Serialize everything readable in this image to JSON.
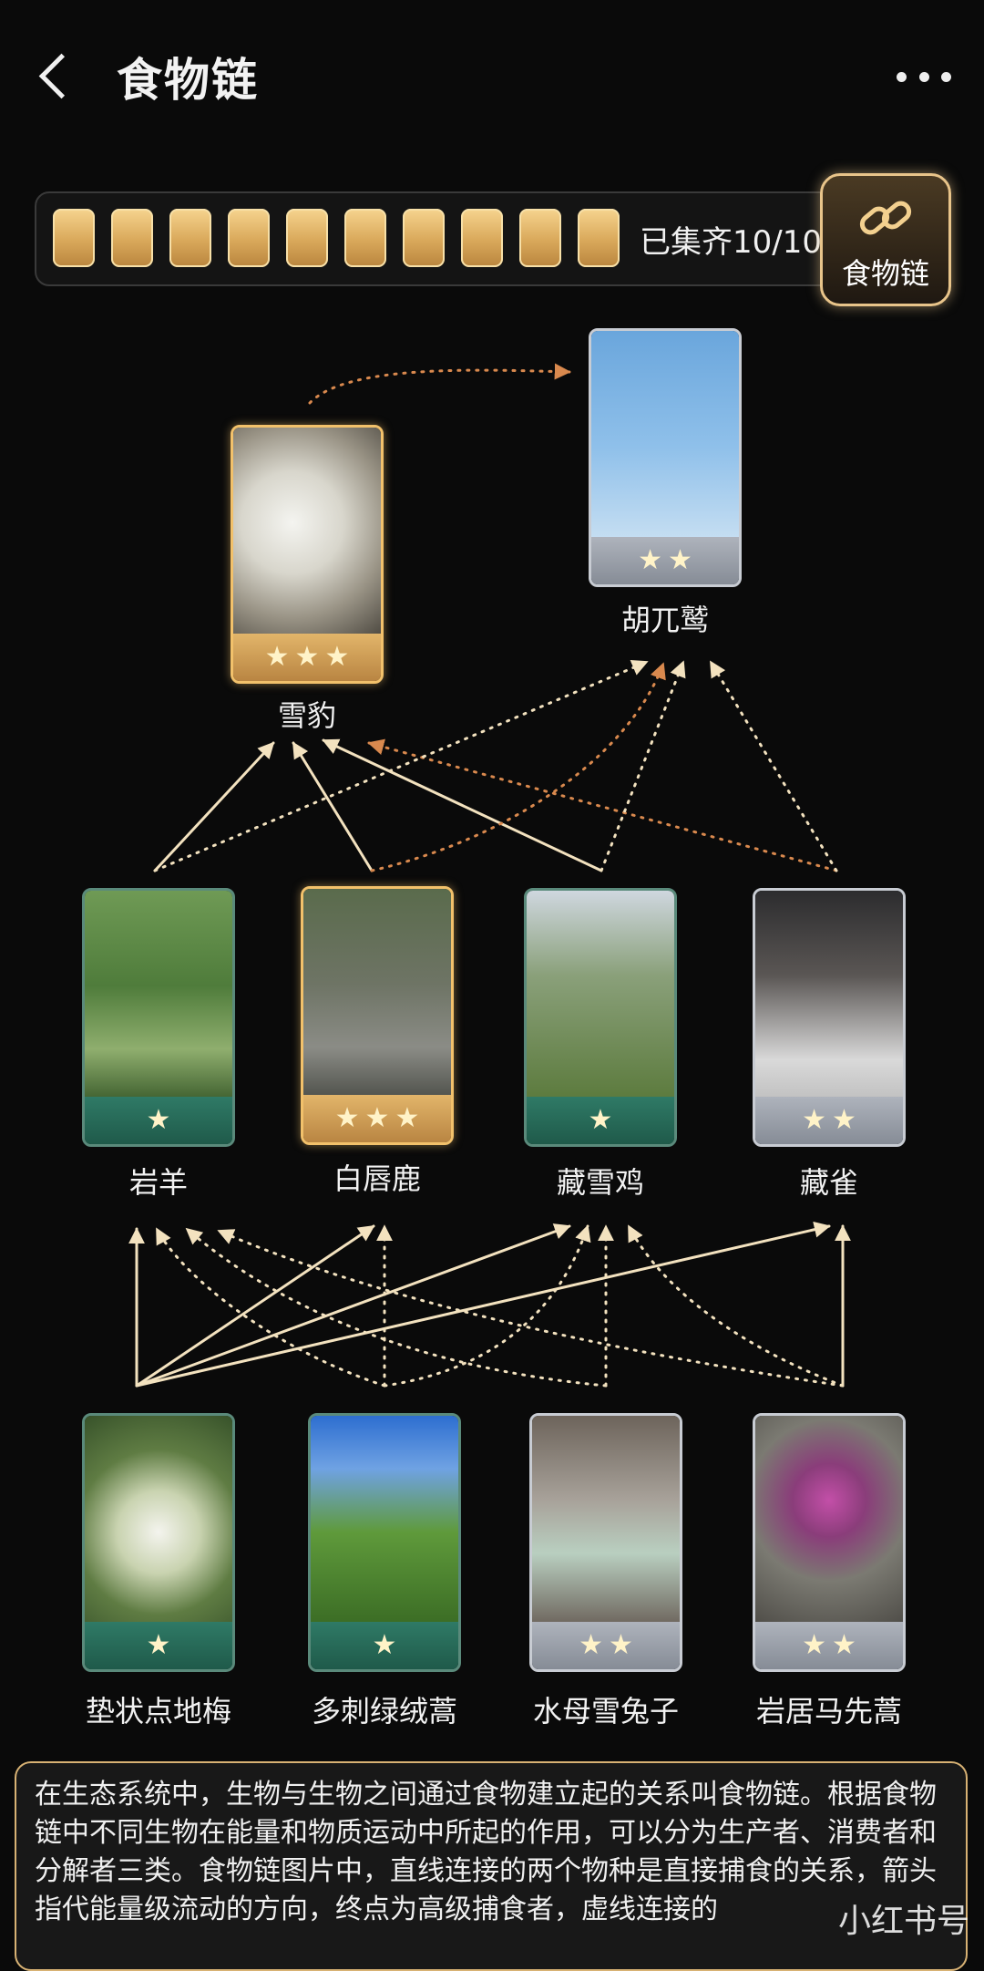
{
  "header": {
    "title": "食物链"
  },
  "progress": {
    "slot_count": 10,
    "status_text": "已集齐10/10"
  },
  "foodchain_button": {
    "label": "食物链"
  },
  "species": {
    "leopard": {
      "name": "雪豹",
      "stars": 3
    },
    "vulture": {
      "name": "胡兀鹫",
      "stars": 2
    },
    "goat": {
      "name": "岩羊",
      "stars": 1
    },
    "deer": {
      "name": "白唇鹿",
      "stars": 3
    },
    "partridge": {
      "name": "藏雪鸡",
      "stars": 1
    },
    "finch": {
      "name": "藏雀",
      "stars": 2
    },
    "flower1": {
      "name": "垫状点地梅",
      "stars": 1
    },
    "flower2": {
      "name": "多刺绿绒蒿",
      "stars": 1
    },
    "flower3": {
      "name": "水母雪兔子",
      "stars": 2
    },
    "flower4": {
      "name": "岩居马先蒿",
      "stars": 2
    }
  },
  "info": {
    "text": "在生态系统中，生物与生物之间通过食物建立起的关系叫食物链。根据食物链中不同生物在能量和物质运动中所起的作用，可以分为生产者、消费者和分解者三类。食物链图片中，直线连接的两个物种是直接捕食的关系，箭头指代能量级流动的方向，终点为高级捕食者，虚线连接的"
  },
  "watermark": "小红书号"
}
